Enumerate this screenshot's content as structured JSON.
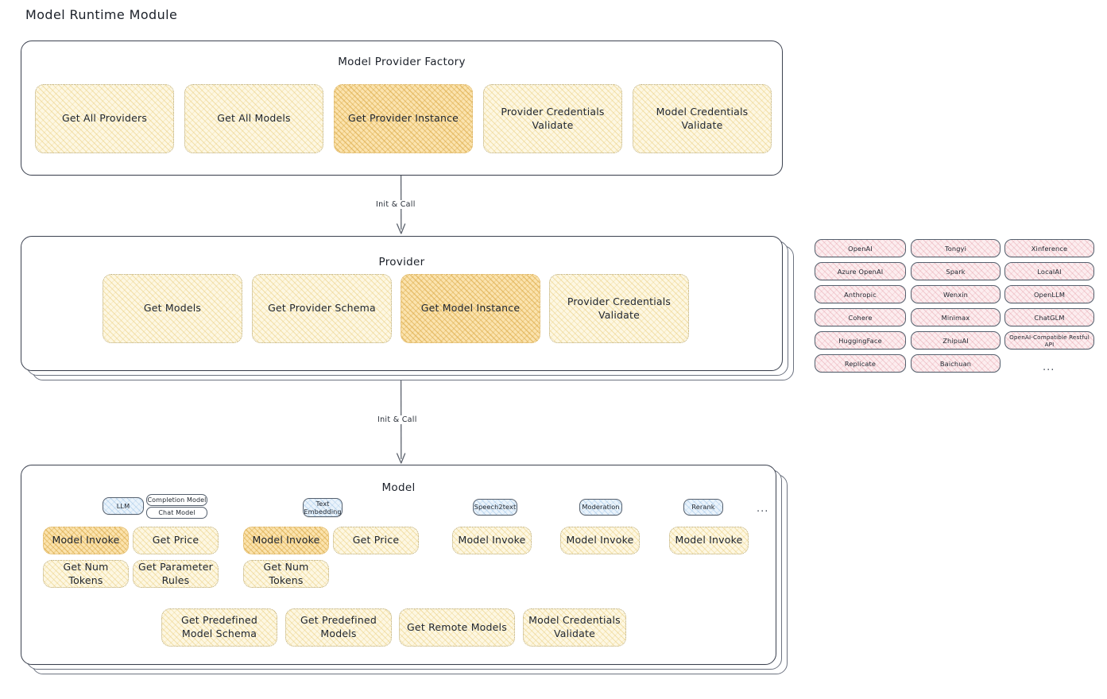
{
  "page": {
    "title": "Model Runtime Module"
  },
  "factory": {
    "title": "Model Provider Factory",
    "nodes": [
      {
        "label": "Get All Providers",
        "highlight": false
      },
      {
        "label": "Get All Models",
        "highlight": false
      },
      {
        "label": "Get Provider Instance",
        "highlight": true
      },
      {
        "label": "Provider Credentials Validate",
        "highlight": false
      },
      {
        "label": "Model Credentials Validate",
        "highlight": false
      }
    ]
  },
  "arrows": [
    {
      "label": "Init & Call"
    },
    {
      "label": "Init & Call"
    }
  ],
  "provider": {
    "title": "Provider",
    "nodes": [
      {
        "label": "Get Models",
        "highlight": false
      },
      {
        "label": "Get Provider Schema",
        "highlight": false
      },
      {
        "label": "Get Model Instance",
        "highlight": true
      },
      {
        "label": "Provider Credentials Validate",
        "highlight": false
      }
    ]
  },
  "provider_list": {
    "ellipsis": "...",
    "columns": [
      {
        "items": [
          "OpenAI",
          "Azure OpenAI",
          "Anthropic",
          "Cohere",
          "HuggingFace",
          "Replicate"
        ]
      },
      {
        "items": [
          "Tongyi",
          "Spark",
          "Wenxin",
          "Minimax",
          "ZhipuAI",
          "Baichuan"
        ]
      },
      {
        "items": [
          "Xinference",
          "LocalAI",
          "OpenLLM",
          "ChatGLM",
          "OpenAI-Compatible Restful API"
        ]
      }
    ]
  },
  "model": {
    "title": "Model",
    "ellipsis": "...",
    "types": [
      {
        "badge": "LLM",
        "tags": [
          "Completion Model",
          "Chat Model"
        ],
        "methods": [
          {
            "label": "Model Invoke",
            "highlight": true
          },
          {
            "label": "Get Price",
            "highlight": false
          },
          {
            "label": "Get Num Tokens",
            "highlight": false
          },
          {
            "label": "Get Parameter Rules",
            "highlight": false
          }
        ]
      },
      {
        "badge": "Text Embedding",
        "tags": [],
        "methods": [
          {
            "label": "Model Invoke",
            "highlight": true
          },
          {
            "label": "Get Price",
            "highlight": false
          },
          {
            "label": "Get Num Tokens",
            "highlight": false
          }
        ]
      },
      {
        "badge": "Speech2text",
        "tags": [],
        "methods": [
          {
            "label": "Model Invoke",
            "highlight": false
          }
        ]
      },
      {
        "badge": "Moderation",
        "tags": [],
        "methods": [
          {
            "label": "Model Invoke",
            "highlight": false
          }
        ]
      },
      {
        "badge": "Rerank",
        "tags": [],
        "methods": [
          {
            "label": "Model Invoke",
            "highlight": false
          }
        ]
      }
    ],
    "common_methods": [
      {
        "label": "Get Predefined Model Schema"
      },
      {
        "label": "Get Predefined Models"
      },
      {
        "label": "Get Remote Models"
      },
      {
        "label": "Model Credentials Validate"
      }
    ]
  },
  "colors": {
    "node_fill": "#fdf7e2",
    "node_highlight_fill": "#fbe3ae",
    "pill_pink_fill": "#fcedef",
    "badge_blue_fill": "#eaf3fb",
    "stroke": "#3c4250"
  }
}
